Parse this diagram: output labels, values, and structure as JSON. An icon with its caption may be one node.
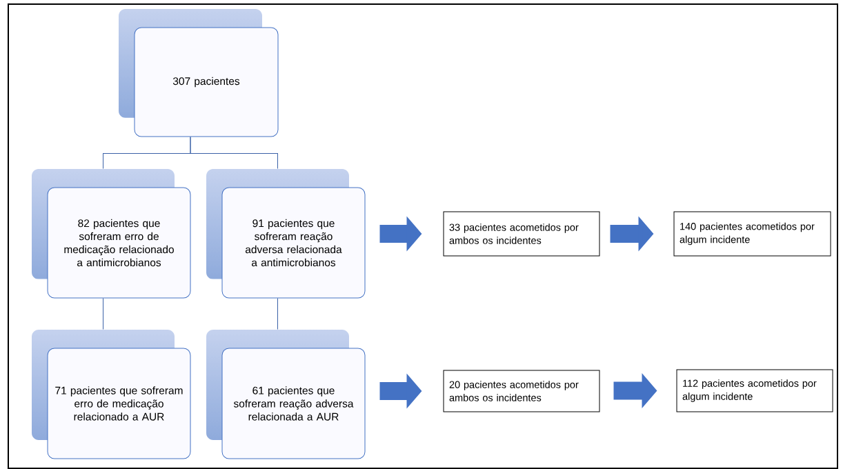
{
  "diagram": {
    "nodes": [
      {
        "text": [
          "307 pacientes"
        ]
      },
      {
        "text": [
          "82 pacientes que sofreram erro de medicação relacionado a antimicrobianos"
        ]
      },
      {
        "text": [
          "91 pacientes que sofreram reação adversa relacionada a antimicrobianos"
        ]
      },
      {
        "text": [
          "71 pacientes que sofreram erro de medicação relacionado a AUR"
        ]
      },
      {
        "text": [
          "61 pacientes que sofreram reação adversa relacionada a AUR"
        ]
      },
      {
        "text": [
          "33 pacientes acometidos por ambos os incidentes"
        ]
      },
      {
        "text": [
          "140 pacientes acometidos por algum incidente"
        ]
      },
      {
        "text": [
          "20 pacientes acometidos por ambos os incidentes"
        ]
      },
      {
        "text": [
          "112 pacientes acometidos por algum incidente"
        ]
      }
    ],
    "edges": [
      {
        "from": 0,
        "to": 1,
        "arrow": "none"
      },
      {
        "from": 0,
        "to": 2,
        "arrow": "none"
      },
      {
        "from": 1,
        "to": 3,
        "arrow": "none"
      },
      {
        "from": 2,
        "to": 4,
        "arrow": "none"
      },
      {
        "from": 2,
        "to": 5,
        "arrow": "to",
        "style": "thick"
      },
      {
        "from": 5,
        "to": 6,
        "arrow": "to",
        "style": "thick"
      },
      {
        "from": 4,
        "to": 7,
        "arrow": "to",
        "style": "thick"
      },
      {
        "from": 7,
        "to": 8,
        "arrow": "to",
        "style": "thick"
      }
    ]
  }
}
